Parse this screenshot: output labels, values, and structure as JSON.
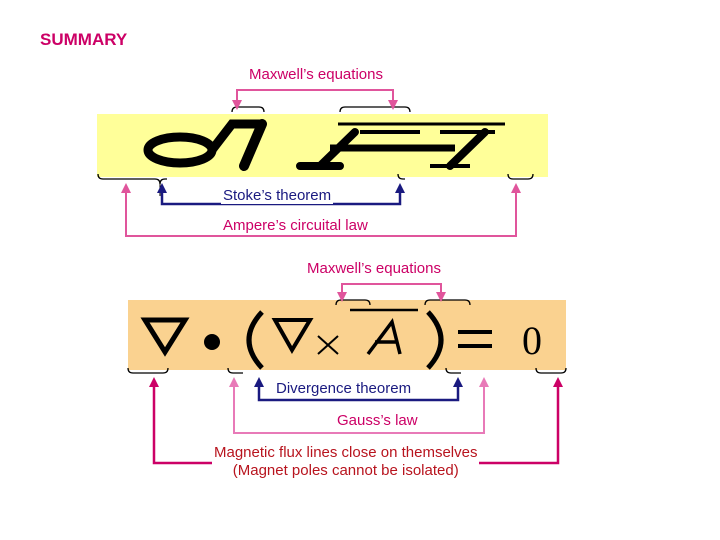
{
  "title": "SUMMARY",
  "top_section": {
    "maxwell_label": "Maxwell’s equations",
    "stokes_label": "Stoke’s theorem",
    "ampere_label": "Ampere’s circuital law",
    "formula_highlight_color": "#ffff99"
  },
  "bottom_section": {
    "maxwell_label": "Maxwell’s equations",
    "divergence_label": "Divergence theorem",
    "gauss_label": "Gauss’s law",
    "flux_line1": "Magnetic flux lines close on themselves",
    "flux_line2": "(Magnet poles cannot be isolated)",
    "formula_highlight_color": "#fad290",
    "formula_zero": "0"
  },
  "colors": {
    "pink": "#cc0066",
    "navy": "#1a1a80",
    "magenta": "#e0559c",
    "red_text": "#b8141e"
  }
}
